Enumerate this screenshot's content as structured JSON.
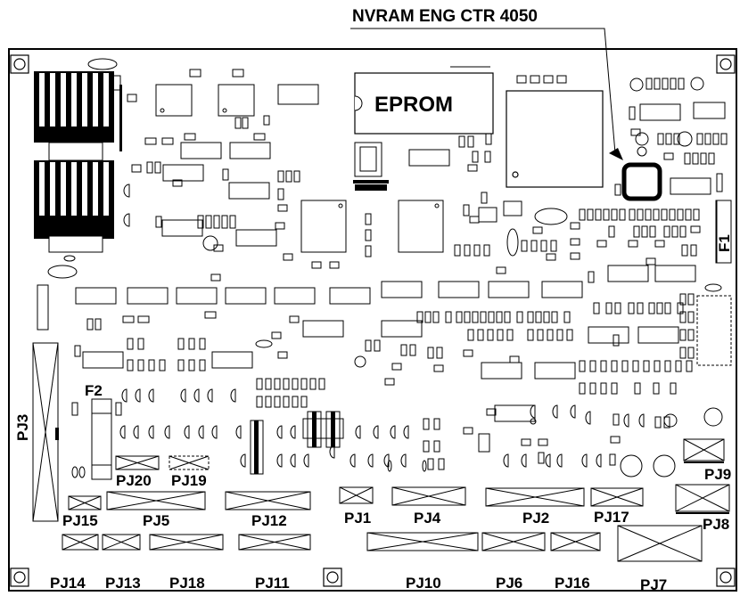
{
  "callout": {
    "text": "NVRAM ENG CTR 4050"
  },
  "chips": {
    "eprom": "EPROM"
  },
  "fuses": {
    "f1": "F1",
    "f2": "F2"
  },
  "connectors": {
    "pj1": "PJ1",
    "pj2": "PJ2",
    "pj3": "PJ3",
    "pj4": "PJ4",
    "pj5": "PJ5",
    "pj6": "PJ6",
    "pj7": "PJ7",
    "pj8": "PJ8",
    "pj9": "PJ9",
    "pj10": "PJ10",
    "pj11": "PJ11",
    "pj12": "PJ12",
    "pj13": "PJ13",
    "pj14": "PJ14",
    "pj15": "PJ15",
    "pj16": "PJ16",
    "pj17": "PJ17",
    "pj18": "PJ18",
    "pj19": "PJ19",
    "pj20": "PJ20"
  }
}
